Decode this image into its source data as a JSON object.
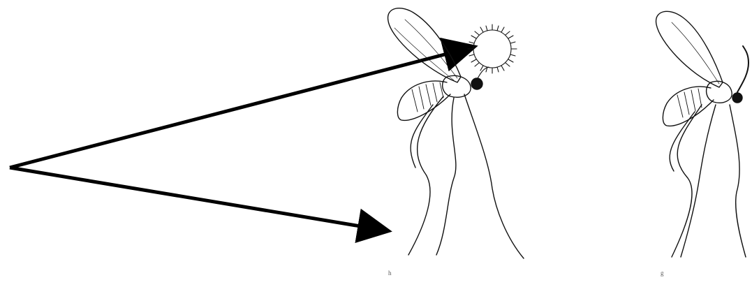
{
  "figure": {
    "panel_left_caption": "h",
    "panel_right_caption": "g",
    "colors": {
      "ink": "#111111",
      "arrow": "#000000",
      "background": "#ffffff"
    },
    "panels": [
      {
        "name": "insect-with-plumose-antenna",
        "antenna": "feathery-plume"
      },
      {
        "name": "insect-with-simple-antenna",
        "antenna": "curved-filament"
      }
    ],
    "arrows": [
      {
        "name": "arrow-to-antenna",
        "target": "antenna"
      },
      {
        "name": "arrow-to-legs",
        "target": "legs"
      }
    ]
  }
}
